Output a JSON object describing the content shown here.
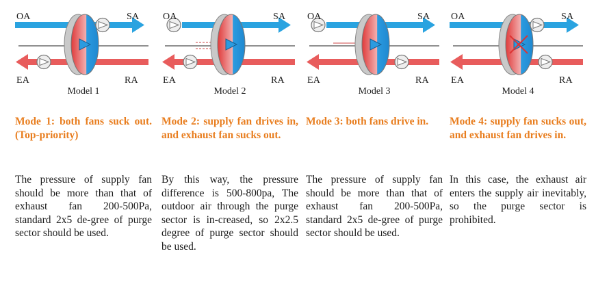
{
  "colors": {
    "supply_air": "#2aa3e0",
    "exhaust_air": "#e85c5c",
    "mode_heading": "#e87d1e"
  },
  "models": [
    {
      "oa": "OA",
      "sa": "SA",
      "ea": "EA",
      "ra": "RA",
      "caption": "Model 1",
      "mode": "Mode 1: both fans suck out. (Top-priority)",
      "description": "The pressure of supply fan should be more than that of exhaust fan 200-500Pa, standard 2x5 de-gree of purge sector should be used."
    },
    {
      "oa": "OA",
      "sa": "SA",
      "ea": "EA",
      "ra": "RA",
      "caption": "Model 2",
      "mode": "Mode 2: supply fan drives in, and exhaust fan sucks out.",
      "description": "By this way, the pressure difference is 500-800pa, The outdoor air through the purge sector is in-creased, so 2x2.5 degree of purge sector should be used."
    },
    {
      "oa": "OA",
      "sa": "SA",
      "ea": "EA",
      "ra": "RA",
      "caption": "Model 3",
      "mode": "Mode 3: both fans drive in.",
      "description": "The pressure of supply fan should be more than that of exhaust fan 200-500Pa, standard 2x5 de-gree of purge sector should be used."
    },
    {
      "oa": "OA",
      "sa": "SA",
      "ea": "EA",
      "ra": "RA",
      "caption": "Model 4",
      "mode": "Mode 4: supply fan sucks out, and exhaust fan drives in.",
      "description": "In this case, the exhaust air enters the supply air inevitably, so the purge sector is prohibited."
    }
  ]
}
